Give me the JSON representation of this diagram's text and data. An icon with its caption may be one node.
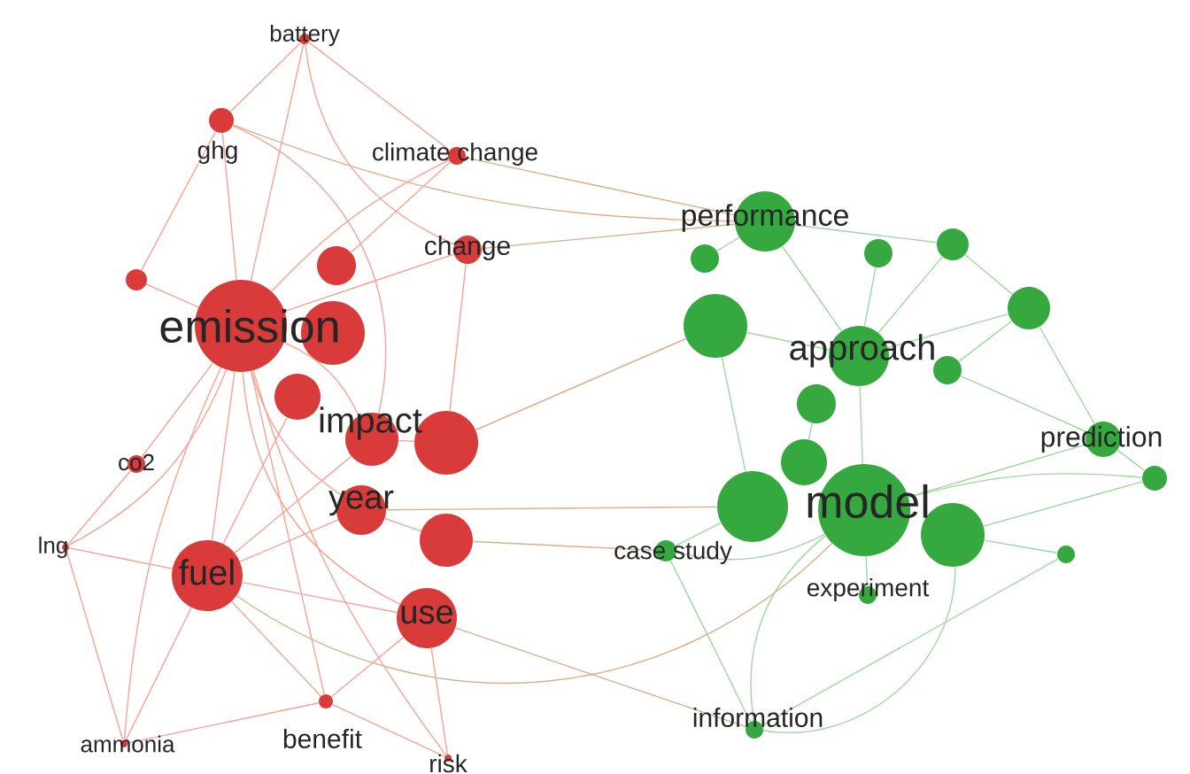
{
  "diagram": {
    "nodes": [
      {
        "text": [
          "battery"
        ]
      },
      {
        "text": [
          "ghg"
        ]
      },
      {
        "text": [
          "climate change"
        ]
      },
      {
        "text": [
          "change"
        ]
      },
      {
        "text": [
          "emission"
        ]
      },
      {
        "text": [
          "impact"
        ]
      },
      {
        "text": [
          "year"
        ]
      },
      {
        "text": [
          "co2"
        ]
      },
      {
        "text": [
          "lng"
        ]
      },
      {
        "text": [
          "fuel"
        ]
      },
      {
        "text": [
          "use"
        ]
      },
      {
        "text": [
          "ammonia"
        ]
      },
      {
        "text": [
          "benefit"
        ]
      },
      {
        "text": [
          "risk"
        ]
      },
      {
        "text": [],
        "shape": "circle"
      },
      {
        "text": [],
        "shape": "circle"
      },
      {
        "text": [],
        "shape": "circle"
      },
      {
        "text": [],
        "shape": "circle"
      },
      {
        "text": [],
        "shape": "circle"
      },
      {
        "text": [],
        "shape": "circle"
      },
      {
        "text": [
          "performance"
        ]
      },
      {
        "text": [
          "approach"
        ]
      },
      {
        "text": [
          "prediction"
        ]
      },
      {
        "text": [
          "model"
        ]
      },
      {
        "text": [
          "case study"
        ]
      },
      {
        "text": [
          "experiment"
        ]
      },
      {
        "text": [
          "information"
        ]
      },
      {
        "text": [],
        "shape": "circle"
      },
      {
        "text": [],
        "shape": "circle"
      },
      {
        "text": [],
        "shape": "circle"
      },
      {
        "text": [],
        "shape": "circle"
      },
      {
        "text": [],
        "shape": "circle"
      },
      {
        "text": [],
        "shape": "circle"
      },
      {
        "text": [],
        "shape": "circle"
      },
      {
        "text": [],
        "shape": "circle"
      },
      {
        "text": [],
        "shape": "circle"
      },
      {
        "text": [],
        "shape": "circle"
      },
      {
        "text": [],
        "shape": "circle"
      },
      {
        "text": [],
        "shape": "circle"
      }
    ],
    "edges": [
      {
        "from": 4,
        "to": 1,
        "arrow": "none"
      },
      {
        "from": 4,
        "to": 0,
        "arrow": "none"
      },
      {
        "from": 4,
        "to": 2,
        "arrow": "none"
      },
      {
        "from": 4,
        "to": 3,
        "arrow": "none"
      },
      {
        "from": 4,
        "to": 9,
        "arrow": "none"
      },
      {
        "from": 4,
        "to": 7,
        "arrow": "none"
      },
      {
        "from": 4,
        "to": 8,
        "arrow": "none"
      },
      {
        "from": 4,
        "to": 11,
        "arrow": "none"
      },
      {
        "from": 4,
        "to": 12,
        "arrow": "none"
      },
      {
        "from": 4,
        "to": 13,
        "arrow": "none"
      },
      {
        "from": 4,
        "to": 5,
        "arrow": "none"
      },
      {
        "from": 4,
        "to": 6,
        "arrow": "none"
      },
      {
        "from": 4,
        "to": 10,
        "arrow": "none"
      },
      {
        "from": 4,
        "to": 14,
        "arrow": "none"
      },
      {
        "from": 9,
        "to": 8,
        "arrow": "none"
      },
      {
        "from": 9,
        "to": 11,
        "arrow": "none"
      },
      {
        "from": 9,
        "to": 12,
        "arrow": "none"
      },
      {
        "from": 9,
        "to": 6,
        "arrow": "none"
      },
      {
        "from": 9,
        "to": 10,
        "arrow": "none"
      },
      {
        "from": 9,
        "to": 5,
        "arrow": "none"
      },
      {
        "from": 1,
        "to": 0,
        "arrow": "none"
      },
      {
        "from": 1,
        "to": 14,
        "arrow": "none"
      },
      {
        "from": 1,
        "to": 5,
        "arrow": "none"
      },
      {
        "from": 0,
        "to": 2,
        "arrow": "none"
      },
      {
        "from": 0,
        "to": 3,
        "arrow": "none"
      },
      {
        "from": 10,
        "to": 13,
        "arrow": "none"
      },
      {
        "from": 10,
        "to": 12,
        "arrow": "none"
      },
      {
        "from": 6,
        "to": 19,
        "arrow": "none"
      },
      {
        "from": 5,
        "to": 18,
        "arrow": "none"
      },
      {
        "from": 8,
        "to": 11,
        "arrow": "none"
      },
      {
        "from": 8,
        "to": 7,
        "arrow": "none"
      },
      {
        "from": 3,
        "to": 18,
        "arrow": "none"
      },
      {
        "from": 2,
        "to": 15,
        "arrow": "none"
      },
      {
        "from": 11,
        "to": 12,
        "arrow": "none"
      },
      {
        "from": 12,
        "to": 13,
        "arrow": "none"
      },
      {
        "from": 17,
        "to": 9,
        "arrow": "none"
      },
      {
        "from": 9,
        "to": 23,
        "arrow": "none",
        "color": "#dcaf8a"
      },
      {
        "from": 10,
        "to": 26,
        "arrow": "none",
        "color": "#dcaf8a"
      },
      {
        "from": 3,
        "to": 20,
        "arrow": "none",
        "color": "#dcaf8a"
      },
      {
        "from": 2,
        "to": 20,
        "arrow": "none",
        "color": "#dcaf8a"
      },
      {
        "from": 6,
        "to": 36,
        "arrow": "none",
        "color": "#dcaf8a"
      },
      {
        "from": 19,
        "to": 24,
        "arrow": "none",
        "color": "#dcaf8a"
      },
      {
        "from": 18,
        "to": 31,
        "arrow": "none",
        "color": "#dcaf8a"
      },
      {
        "from": 1,
        "to": 20,
        "arrow": "none",
        "color": "#dcaf8a"
      },
      {
        "from": 23,
        "to": 21,
        "arrow": "none",
        "color": "#9fd89f"
      },
      {
        "from": 23,
        "to": 22,
        "arrow": "none",
        "color": "#9fd89f"
      },
      {
        "from": 23,
        "to": 25,
        "arrow": "none",
        "color": "#9fd89f"
      },
      {
        "from": 23,
        "to": 26,
        "arrow": "none",
        "color": "#9fd89f"
      },
      {
        "from": 23,
        "to": 24,
        "arrow": "none",
        "color": "#9fd89f"
      },
      {
        "from": 23,
        "to": 34,
        "arrow": "none",
        "color": "#9fd89f"
      },
      {
        "from": 21,
        "to": 20,
        "arrow": "none",
        "color": "#9fd89f"
      },
      {
        "from": 21,
        "to": 28,
        "arrow": "none",
        "color": "#9fd89f"
      },
      {
        "from": 21,
        "to": 29,
        "arrow": "none",
        "color": "#9fd89f"
      },
      {
        "from": 21,
        "to": 30,
        "arrow": "none",
        "color": "#9fd89f"
      },
      {
        "from": 21,
        "to": 31,
        "arrow": "none",
        "color": "#9fd89f"
      },
      {
        "from": 20,
        "to": 27,
        "arrow": "none",
        "color": "#9fd89f"
      },
      {
        "from": 20,
        "to": 29,
        "arrow": "none",
        "color": "#9fd89f"
      },
      {
        "from": 29,
        "to": 30,
        "arrow": "none",
        "color": "#9fd89f"
      },
      {
        "from": 30,
        "to": 32,
        "arrow": "none",
        "color": "#9fd89f"
      },
      {
        "from": 22,
        "to": 34,
        "arrow": "none",
        "color": "#9fd89f"
      },
      {
        "from": 37,
        "to": 34,
        "arrow": "none",
        "color": "#9fd89f"
      },
      {
        "from": 22,
        "to": 30,
        "arrow": "none",
        "color": "#9fd89f"
      },
      {
        "from": 26,
        "to": 24,
        "arrow": "none",
        "color": "#9fd89f"
      },
      {
        "from": 26,
        "to": 37,
        "arrow": "none",
        "color": "#9fd89f"
      },
      {
        "from": 26,
        "to": 38,
        "arrow": "none",
        "color": "#9fd89f"
      },
      {
        "from": 35,
        "to": 33,
        "arrow": "none",
        "color": "#9fd89f"
      },
      {
        "from": 32,
        "to": 22,
        "arrow": "none",
        "color": "#9fd89f"
      },
      {
        "from": 37,
        "to": 38,
        "arrow": "none",
        "color": "#9fd89f"
      },
      {
        "from": 24,
        "to": 36,
        "arrow": "none",
        "color": "#9fd89f"
      },
      {
        "from": 31,
        "to": 36,
        "arrow": "none",
        "color": "#9fd89f"
      }
    ]
  }
}
